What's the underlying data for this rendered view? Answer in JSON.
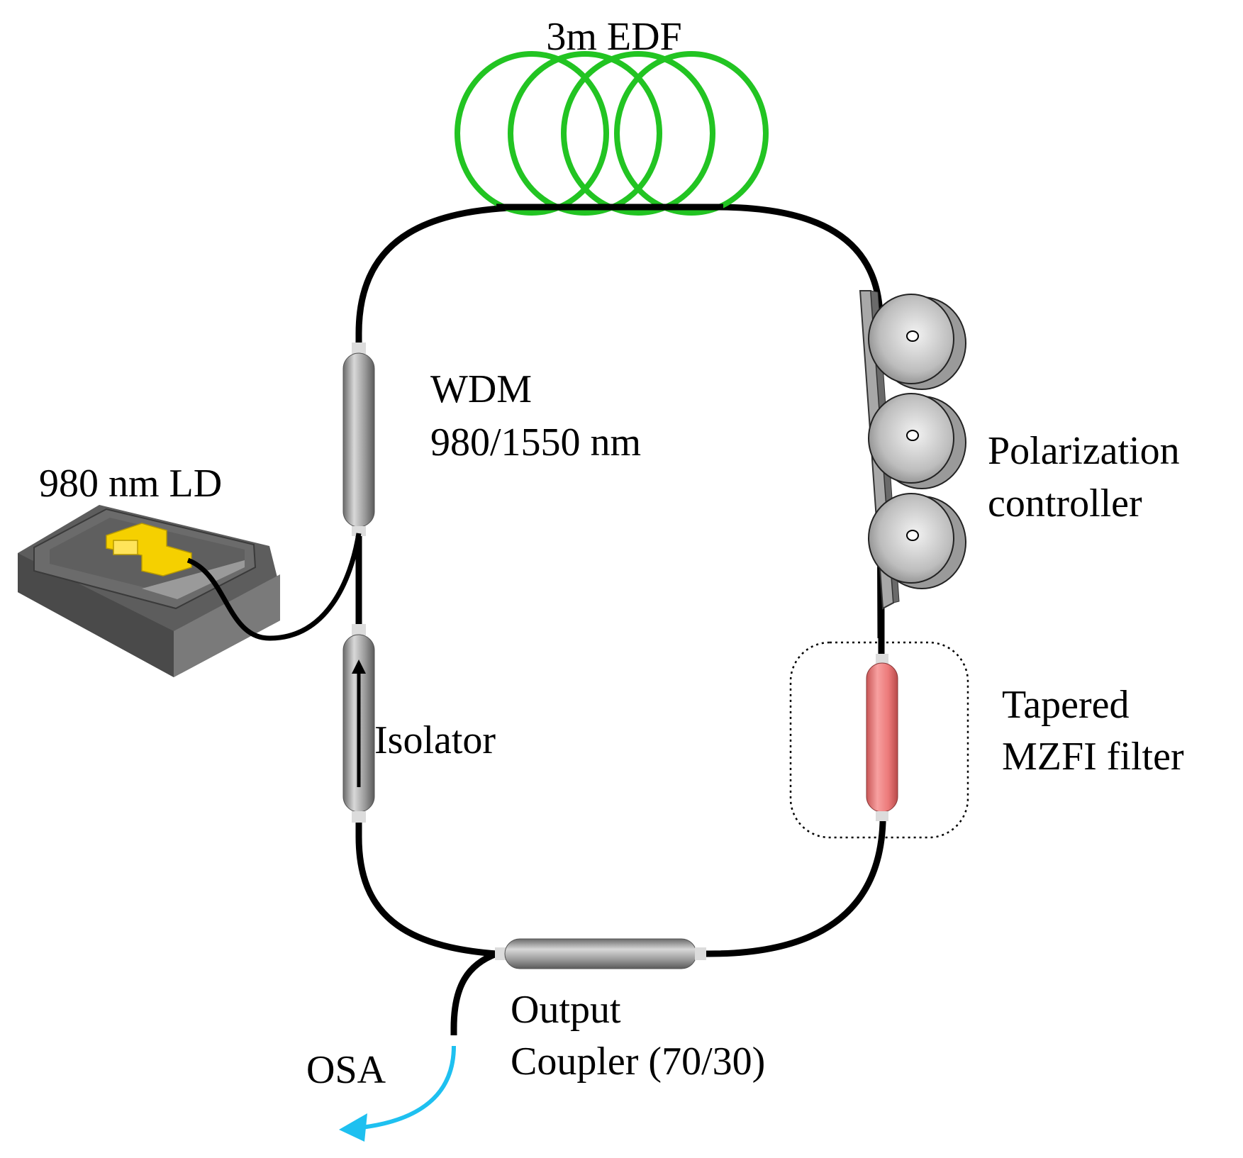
{
  "labels": {
    "edf": "3m EDF",
    "wdm_line1": "WDM",
    "wdm_line2": "980/1550 nm",
    "ld": "980 nm LD",
    "pc_line1": "Polarization",
    "pc_line2": "controller",
    "isolator": "Isolator",
    "filter_line1": "Tapered",
    "filter_line2": "MZFI filter",
    "coupler_line1": "Output",
    "coupler_line2": "Coupler (70/30)",
    "osa": "OSA"
  },
  "colors": {
    "fiber": "#000000",
    "edf_coil": "#22c422",
    "component_gray": "#a8a8a8",
    "filter_pink": "#f07c7c",
    "laser_chip": "#f5d000",
    "output_arrow": "#1ec0f0",
    "laser_body": "#6e6e6e"
  }
}
